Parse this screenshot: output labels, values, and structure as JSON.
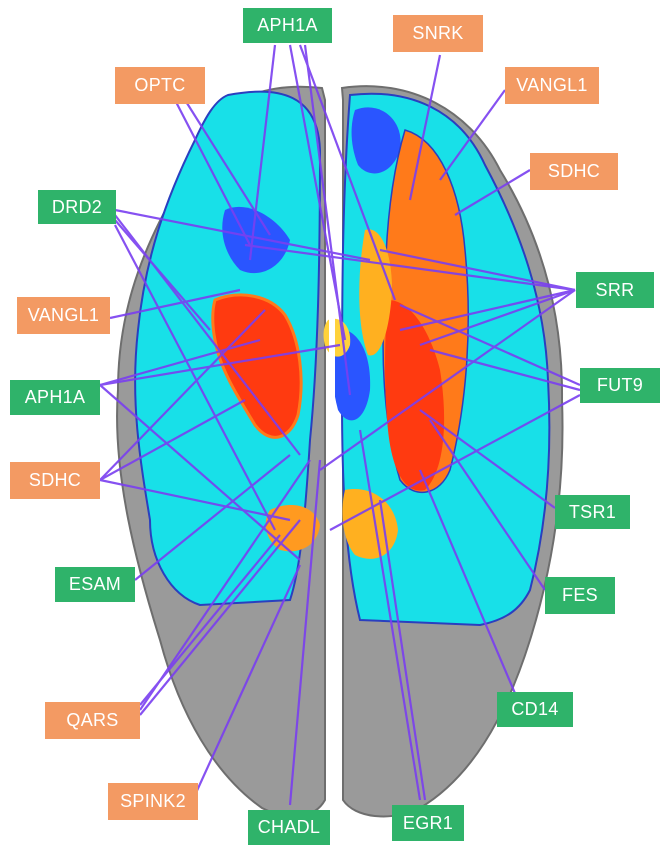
{
  "colors": {
    "background": "#ffffff",
    "green_label": "#2fb36a",
    "orange_label": "#f39a63",
    "connector": "#7a3ff0",
    "cortex_gray": "#9a9a9a",
    "cortex_cyan": "#18e0e8",
    "region_blue": "#2a55ff",
    "region_orange": "#ff7a1a",
    "region_red": "#ff3a10",
    "region_yellow": "#ffb020"
  },
  "labels": [
    {
      "id": "aph1a-top",
      "text": "APH1A",
      "kind": "green"
    },
    {
      "id": "snrk",
      "text": "SNRK",
      "kind": "orange"
    },
    {
      "id": "optc",
      "text": "OPTC",
      "kind": "orange"
    },
    {
      "id": "vangl1-right",
      "text": "VANGL1",
      "kind": "orange"
    },
    {
      "id": "sdhc-right",
      "text": "SDHC",
      "kind": "orange"
    },
    {
      "id": "drd2",
      "text": "DRD2",
      "kind": "green"
    },
    {
      "id": "srr",
      "text": "SRR",
      "kind": "green"
    },
    {
      "id": "vangl1-left",
      "text": "VANGL1",
      "kind": "orange"
    },
    {
      "id": "aph1a-left",
      "text": "APH1A",
      "kind": "green"
    },
    {
      "id": "fut9",
      "text": "FUT9",
      "kind": "green"
    },
    {
      "id": "sdhc-left",
      "text": "SDHC",
      "kind": "orange"
    },
    {
      "id": "tsr1",
      "text": "TSR1",
      "kind": "green"
    },
    {
      "id": "esam",
      "text": "ESAM",
      "kind": "green"
    },
    {
      "id": "fes",
      "text": "FES",
      "kind": "green"
    },
    {
      "id": "qars",
      "text": "QARS",
      "kind": "orange"
    },
    {
      "id": "cd14",
      "text": "CD14",
      "kind": "green"
    },
    {
      "id": "spink2",
      "text": "SPINK2",
      "kind": "orange"
    },
    {
      "id": "chadl",
      "text": "CHADL",
      "kind": "green"
    },
    {
      "id": "egr1",
      "text": "EGR1",
      "kind": "green"
    }
  ]
}
